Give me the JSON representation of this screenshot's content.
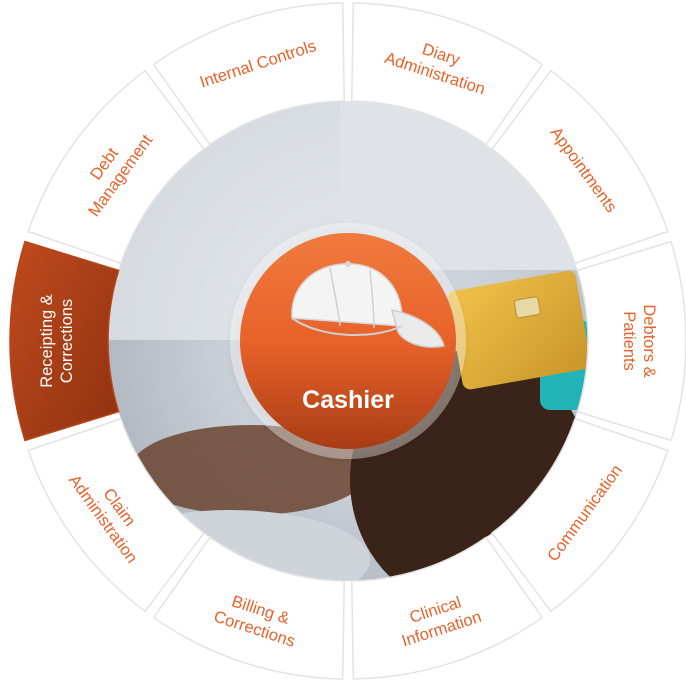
{
  "center": {
    "title": "Cashier",
    "icon": "cap-icon"
  },
  "segments": [
    {
      "key": "diary",
      "lines": [
        "Diary",
        "Administration"
      ],
      "active": false
    },
    {
      "key": "appointments",
      "lines": [
        "Appointments"
      ],
      "active": false
    },
    {
      "key": "debtors",
      "lines": [
        "Debtors &",
        "Patients"
      ],
      "active": false
    },
    {
      "key": "communication",
      "lines": [
        "Communication"
      ],
      "active": false
    },
    {
      "key": "clinical",
      "lines": [
        "Clinical",
        "Information"
      ],
      "active": false
    },
    {
      "key": "billing",
      "lines": [
        "Billing &",
        "Corrections"
      ],
      "active": false
    },
    {
      "key": "claim",
      "lines": [
        "Claim",
        "Administration"
      ],
      "active": false
    },
    {
      "key": "receipting",
      "lines": [
        "Receipting &",
        "Corrections"
      ],
      "active": true
    },
    {
      "key": "debt",
      "lines": [
        "Debt",
        "Management"
      ],
      "active": false
    },
    {
      "key": "internal",
      "lines": [
        "Internal Controls"
      ],
      "active": false
    }
  ],
  "colors": {
    "accent": "#e8622a",
    "accent_dark": "#b8441b",
    "segment_fill": "#ffffff",
    "segment_border": "#e3e3e3",
    "active_text": "#ffffff"
  }
}
